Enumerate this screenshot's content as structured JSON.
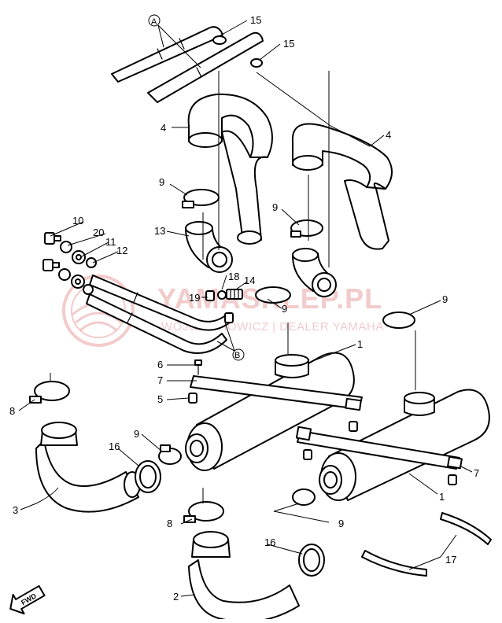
{
  "watermark": {
    "brand": "YAMASKLEP.PL",
    "subtitle": "WOJCIECHOWICZ | DEALER YAMAHA"
  },
  "labels": [
    {
      "id": "a",
      "text": "A"
    },
    {
      "id": "b",
      "text": "B"
    },
    {
      "id": "15a",
      "text": "15"
    },
    {
      "id": "15b",
      "text": "15"
    },
    {
      "id": "4a",
      "text": "4"
    },
    {
      "id": "4b",
      "text": "4"
    },
    {
      "id": "9a",
      "text": "9"
    },
    {
      "id": "9b",
      "text": "9"
    },
    {
      "id": "9c",
      "text": "9"
    },
    {
      "id": "9d",
      "text": "9"
    },
    {
      "id": "9e",
      "text": "9"
    },
    {
      "id": "9f",
      "text": "9"
    },
    {
      "id": "10",
      "text": "10"
    },
    {
      "id": "20",
      "text": "20"
    },
    {
      "id": "11",
      "text": "11"
    },
    {
      "id": "12",
      "text": "12"
    },
    {
      "id": "13",
      "text": "13"
    },
    {
      "id": "18",
      "text": "18"
    },
    {
      "id": "14",
      "text": "14"
    },
    {
      "id": "19",
      "text": "19"
    },
    {
      "id": "1a",
      "text": "1"
    },
    {
      "id": "1b",
      "text": "1"
    },
    {
      "id": "6",
      "text": "6"
    },
    {
      "id": "7a",
      "text": "7"
    },
    {
      "id": "7b",
      "text": "7"
    },
    {
      "id": "5",
      "text": "5"
    },
    {
      "id": "8a",
      "text": "8"
    },
    {
      "id": "8b",
      "text": "8"
    },
    {
      "id": "16a",
      "text": "16"
    },
    {
      "id": "16b",
      "text": "16"
    },
    {
      "id": "3",
      "text": "3"
    },
    {
      "id": "2",
      "text": "2"
    },
    {
      "id": "17",
      "text": "17"
    }
  ],
  "fwd_badge": {
    "text": "FWD",
    "icon": "forward-arrow-icon"
  }
}
